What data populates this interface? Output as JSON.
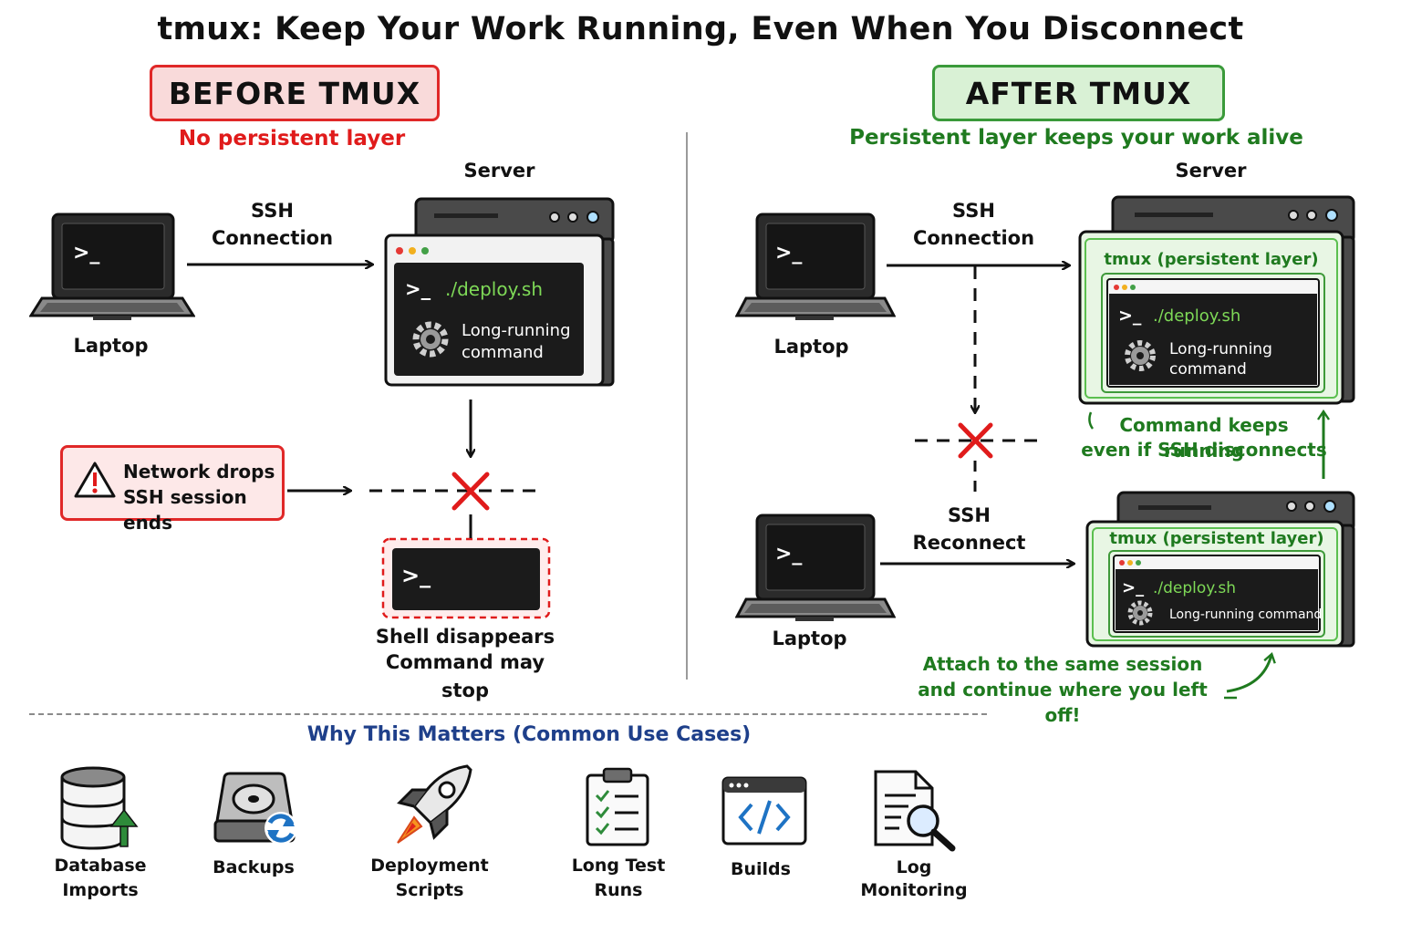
{
  "title": "tmux: Keep Your Work Running, Even When You Disconnect",
  "before": {
    "badge": "BEFORE TMUX",
    "subtitle": "No persistent layer",
    "server_label": "Server",
    "laptop_label": "Laptop",
    "ssh_label_1": "SSH",
    "ssh_label_2": "Connection",
    "prompt": ">_",
    "command": "./deploy.sh",
    "long_running_1": "Long-running",
    "long_running_2": "command",
    "warning_1": "Network drops",
    "warning_2": "SSH session ends",
    "shell_1": "Shell disappears",
    "shell_2": "Command may stop"
  },
  "after": {
    "badge": "AFTER TMUX",
    "subtitle": "Persistent layer keeps your work alive",
    "server_label": "Server",
    "laptop_label_1": "Laptop",
    "laptop_label_2": "Laptop",
    "ssh_label_1": "SSH",
    "ssh_label_2": "Connection",
    "reconnect_1": "SSH",
    "reconnect_2": "Reconnect",
    "tmux_label_1": "tmux (persistent layer)",
    "tmux_label_2": "tmux (persistent layer)",
    "prompt": ">_",
    "command": "./deploy.sh",
    "long_running_1": "Long-running",
    "long_running_2": "command",
    "long_running_single": "Long-running command",
    "keeps_1": "Command keeps running",
    "keeps_2": "even if SSH disconnects",
    "attach_1": "Attach to the same session",
    "attach_2": "and continue where you left off!"
  },
  "use_cases": {
    "heading": "Why This Matters (Common Use Cases)",
    "items": [
      {
        "line1": "Database",
        "line2": "Imports",
        "icon": "database-upload-icon"
      },
      {
        "line1": "Backups",
        "line2": "",
        "icon": "hard-drive-sync-icon"
      },
      {
        "line1": "Deployment",
        "line2": "Scripts",
        "icon": "rocket-icon"
      },
      {
        "line1": "Long Test",
        "line2": "Runs",
        "icon": "checklist-clipboard-icon"
      },
      {
        "line1": "Builds",
        "line2": "",
        "icon": "code-window-icon"
      },
      {
        "line1": "Log",
        "line2": "Monitoring",
        "icon": "log-search-icon"
      }
    ]
  },
  "colors": {
    "red": "#e01b1b",
    "green": "#1f7a1f",
    "navy": "#1e3f8a",
    "terminal_green": "#7ed957",
    "dark": "#1c1c1c"
  }
}
